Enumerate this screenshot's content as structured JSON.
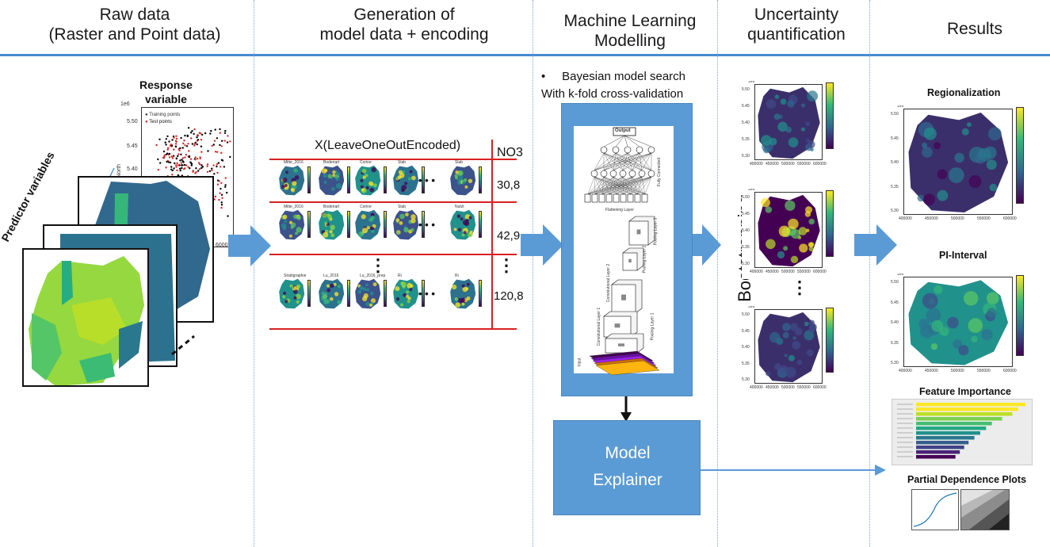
{
  "columns": [
    {
      "title_line1": "Raw data",
      "title_line2": "(Raster and Point data)"
    },
    {
      "title_line1": "Generation of",
      "title_line2": "model data + encoding"
    },
    {
      "title_line1": "Machine Learning",
      "title_line2": "Modelling"
    },
    {
      "title_line1": "Uncertainty",
      "title_line2": "quantification"
    },
    {
      "title_line1": "Results",
      "title_line2": ""
    }
  ],
  "raw": {
    "response_label_1": "Response",
    "response_label_2": "variable",
    "predictor_label": "Predictor variables",
    "scatter_scale": "1e6",
    "scatter_yticks": [
      "5.50",
      "5.45",
      "5.40"
    ],
    "scatter_ylabel": "North",
    "legend_training": "Training points",
    "legend_test": "Test points",
    "xtick_partial": "6000",
    "xtick_partial2": "000",
    "training_color": "#000000",
    "test_color": "#d62728"
  },
  "encoding": {
    "title": "X(LeaveOneOutEncoded)",
    "target_header": "NO3",
    "rows": [
      {
        "value": "30,8",
        "labels": [
          "Mitte_2016",
          "Bodenart",
          "Corine",
          "Slab",
          "Slab"
        ]
      },
      {
        "value": "42,9",
        "labels": [
          "Mitte_2016",
          "Bodenart",
          "Corine",
          "Slab",
          "Nutzt"
        ]
      },
      {
        "value": "120,8",
        "labels": [
          "Stratigraphie",
          "Lu_2016",
          "Lu_2016_prep",
          "Ri",
          "Ri"
        ]
      }
    ],
    "ellipsis_h": "• • •",
    "ellipsis_v": "⋮",
    "accent_color": "#d92020"
  },
  "ml": {
    "bullet_1": "Bayesian model search",
    "bullet_2": "With k-fold cross-validation",
    "layers": {
      "output": "Output",
      "fully_connected": "Fully Connected",
      "flattening": "Flattening Layer",
      "pooling3": "Pooling Layer 3",
      "pooling2": "Pooling Layer 2",
      "conv2": "Convolutional Layer 2",
      "conv1": "Convolutional Layer 1",
      "pooling1": "Pooling Layer 1",
      "input": "Input"
    },
    "explainer_line1": "Model",
    "explainer_line2": "Explainer",
    "box_color": "#5b9bd5"
  },
  "uncertainty": {
    "label": "Bootstrapping",
    "panel_title": "Predictions",
    "scale": "1e6",
    "yticks": [
      "5.50",
      "5.45",
      "5.40",
      "5.35",
      "5.30"
    ],
    "xticks": [
      "400000",
      "450000",
      "500000",
      "550000",
      "600000"
    ],
    "ellipsis": "⋮"
  },
  "results": {
    "regionalization": "Regionalization",
    "pi_interval": "PI-Interval",
    "feature_importance": "Feature Importance",
    "partial_dependence": "Partial Dependence Plots",
    "panel_title": "Predictions",
    "scale": "1e6",
    "yticks": [
      "5.50",
      "5.45",
      "5.40",
      "5.35",
      "5.30"
    ],
    "xticks": [
      "400000",
      "450000",
      "500000",
      "550000",
      "600000"
    ]
  },
  "colors": {
    "arrow": "#5b9bd5",
    "header_rule": "#4a8ad0",
    "viridis_dark": "#440154",
    "viridis_blue": "#31688e",
    "viridis_green": "#35b779",
    "viridis_yellow": "#fde725"
  }
}
